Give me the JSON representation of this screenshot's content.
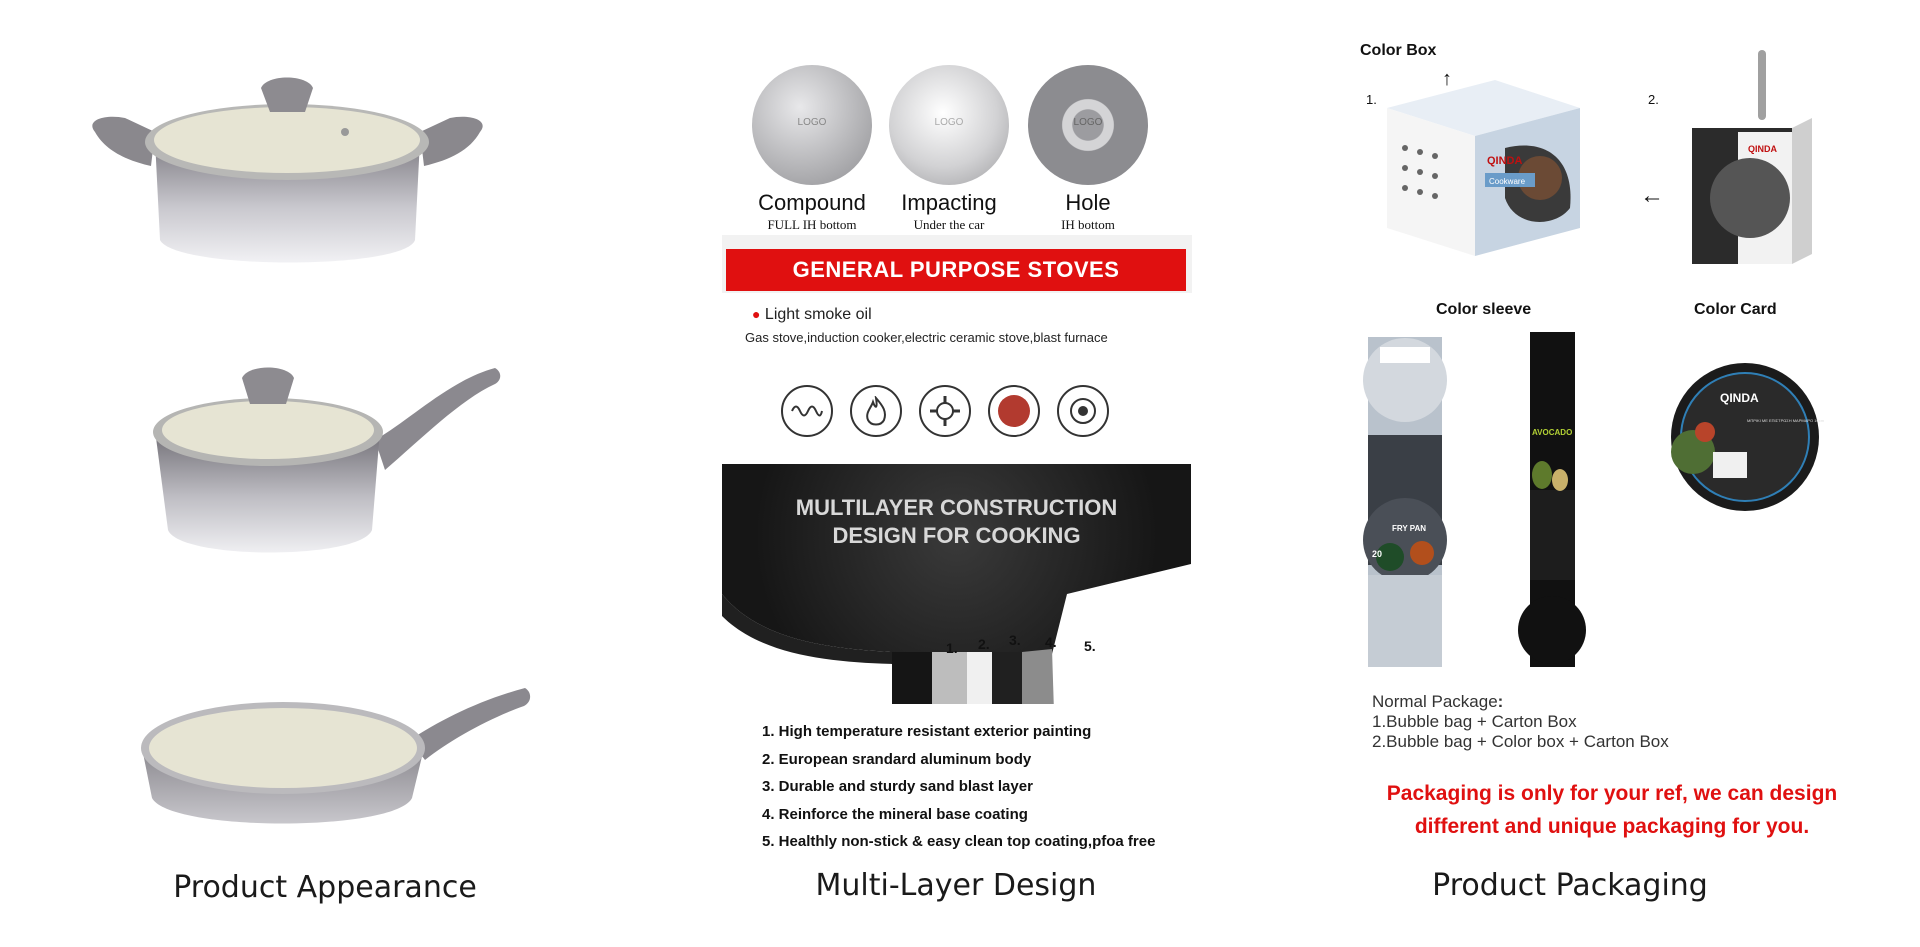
{
  "captions": {
    "appearance": "Product Appearance",
    "multilayer": "Multi-Layer Design",
    "packaging": "Product Packaging"
  },
  "discs": [
    {
      "title": "Compound",
      "sub": "FULL IH bottom",
      "logo": "LOGO"
    },
    {
      "title": "Impacting",
      "sub": "Under the car",
      "logo": "LOGO"
    },
    {
      "title": "Hole",
      "sub": "IH bottom",
      "logo": "LOGO"
    }
  ],
  "stoves": {
    "banner": "GENERAL PURPOSE STOVES",
    "bullet": "Light smoke oil",
    "types": "Gas stove,induction cooker,electric ceramic stove,blast furnace",
    "icons": [
      "coil-icon",
      "flame-icon",
      "gas-burner-icon",
      "ceramic-plate-icon",
      "induction-icon"
    ]
  },
  "construction": {
    "heading_line1": "MULTILAYER CONSTRUCTION",
    "heading_line2": "DESIGN FOR COOKING",
    "layer_numbers": [
      "1.",
      "2.",
      "3.",
      "4.",
      "5."
    ]
  },
  "features": [
    "1. High temperature resistant exterior painting",
    "2. European srandard aluminum body",
    "3. Durable and sturdy sand blast layer",
    "4. Reinforce the mineral base coating",
    "5. Healthly non-stick & easy clean top coating,pfoa free"
  ],
  "packaging": {
    "color_box_label": "Color Box",
    "num1": "1.",
    "num2": "2.",
    "brand": "QINDA",
    "box_small_text": "Cookware",
    "sleeve_label": "Color sleeve",
    "card_label": "Color Card",
    "sleeve_fry_pan": "FRY PAN",
    "sleeve_avocado": "AVOCADO",
    "sleeve_size": "20",
    "card_greek": "ΜΠΡΙΚΙ ΜΕ ΕΠΙΣΤΡΩΣΗ ΜΑΡΜΑΡΟ 10cm",
    "normal_title": "Normal Package",
    "normal_colon": ":",
    "normal_lines": [
      "1.Bubble bag + Carton Box",
      "2.Bubble bag + Color box + Carton Box"
    ],
    "note_line1": "Packaging is only for your ref, we can design",
    "note_line2": "different and unique packaging for you."
  },
  "colors": {
    "red": "#e01010",
    "pan_grey": "#8e8c92",
    "cream": "#e6e4d3"
  }
}
